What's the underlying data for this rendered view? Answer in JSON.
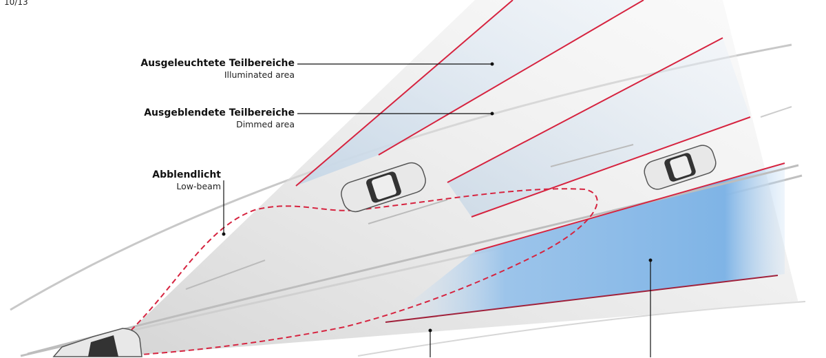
{
  "page_counter": "10/13",
  "labels": {
    "illuminated": {
      "de": "Ausgeleuchtete Teilbereiche",
      "en": "Illuminated area"
    },
    "dimmed": {
      "de": "Ausgeblendete Teilbereiche",
      "en": "Dimmed area"
    },
    "low_beam": {
      "de": "Abblendlicht",
      "en": "Low-beam"
    }
  },
  "colors": {
    "red": "#d6233f",
    "blue": "#7fb4e6",
    "grey": "#d9d9d9"
  }
}
